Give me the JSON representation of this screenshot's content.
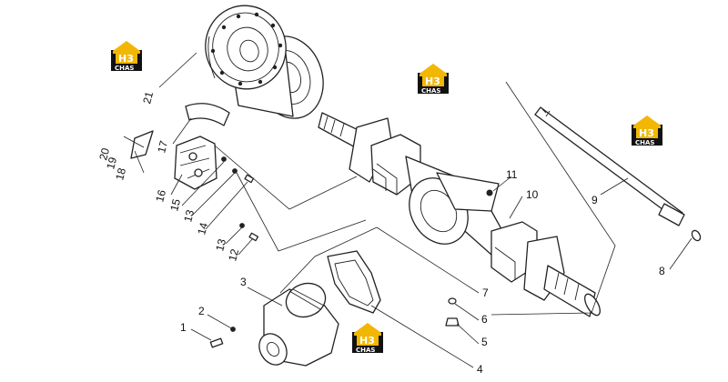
{
  "diagram": {
    "logo_brand": "H3",
    "logo_sub": "CHAS",
    "colors": {
      "logo_gold": "#f2b705",
      "logo_black": "#111111",
      "line": "#222222"
    },
    "callouts": [
      "1",
      "2",
      "3",
      "4",
      "5",
      "6",
      "7",
      "8",
      "9",
      "10",
      "11",
      "12",
      "13",
      "13",
      "14",
      "15",
      "16",
      "17",
      "18",
      "19",
      "20",
      "21"
    ]
  }
}
